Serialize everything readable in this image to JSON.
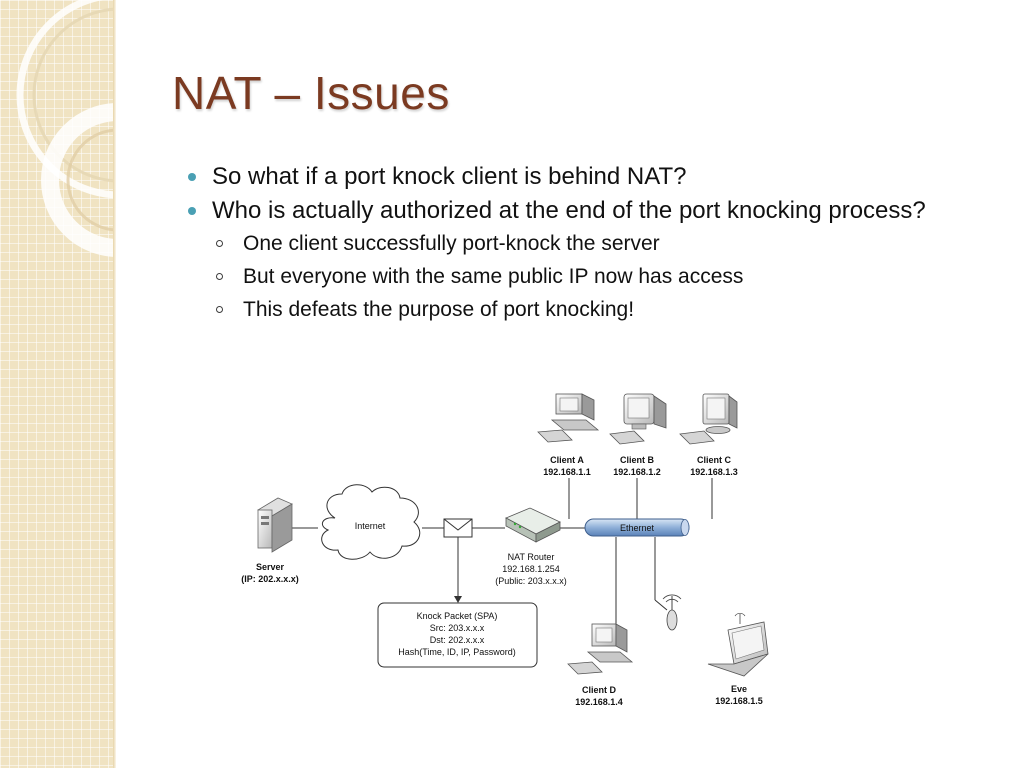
{
  "slide": {
    "title": "NAT – Issues",
    "bullets": [
      {
        "text": "So what if a port knock client is behind NAT?"
      },
      {
        "text": "Who is actually authorized at the end of the port knocking process?",
        "sub": [
          "One client successfully port-knock the server",
          "But everyone with the same public IP now has access",
          "This defeats the purpose of port knocking!"
        ]
      }
    ]
  },
  "diagram": {
    "server": {
      "name": "Server",
      "ip": "(IP: 202.x.x.x)"
    },
    "internet": "Internet",
    "router": {
      "name": "NAT Router",
      "ip": "192.168.1.254",
      "public": "(Public: 203.x.x.x)"
    },
    "ethernet": "Ethernet",
    "clients": [
      {
        "name": "Client A",
        "ip": "192.168.1.1"
      },
      {
        "name": "Client B",
        "ip": "192.168.1.2"
      },
      {
        "name": "Client C",
        "ip": "192.168.1.3"
      },
      {
        "name": "Client D",
        "ip": "192.168.1.4"
      }
    ],
    "eve": {
      "name": "Eve",
      "ip": "192.168.1.5"
    },
    "packet": {
      "title": "Knock Packet (SPA)",
      "src": "Src: 203.x.x.x",
      "dst": "Dst: 202.x.x.x",
      "hash": "Hash(Time, ID, IP, Password)"
    }
  }
}
